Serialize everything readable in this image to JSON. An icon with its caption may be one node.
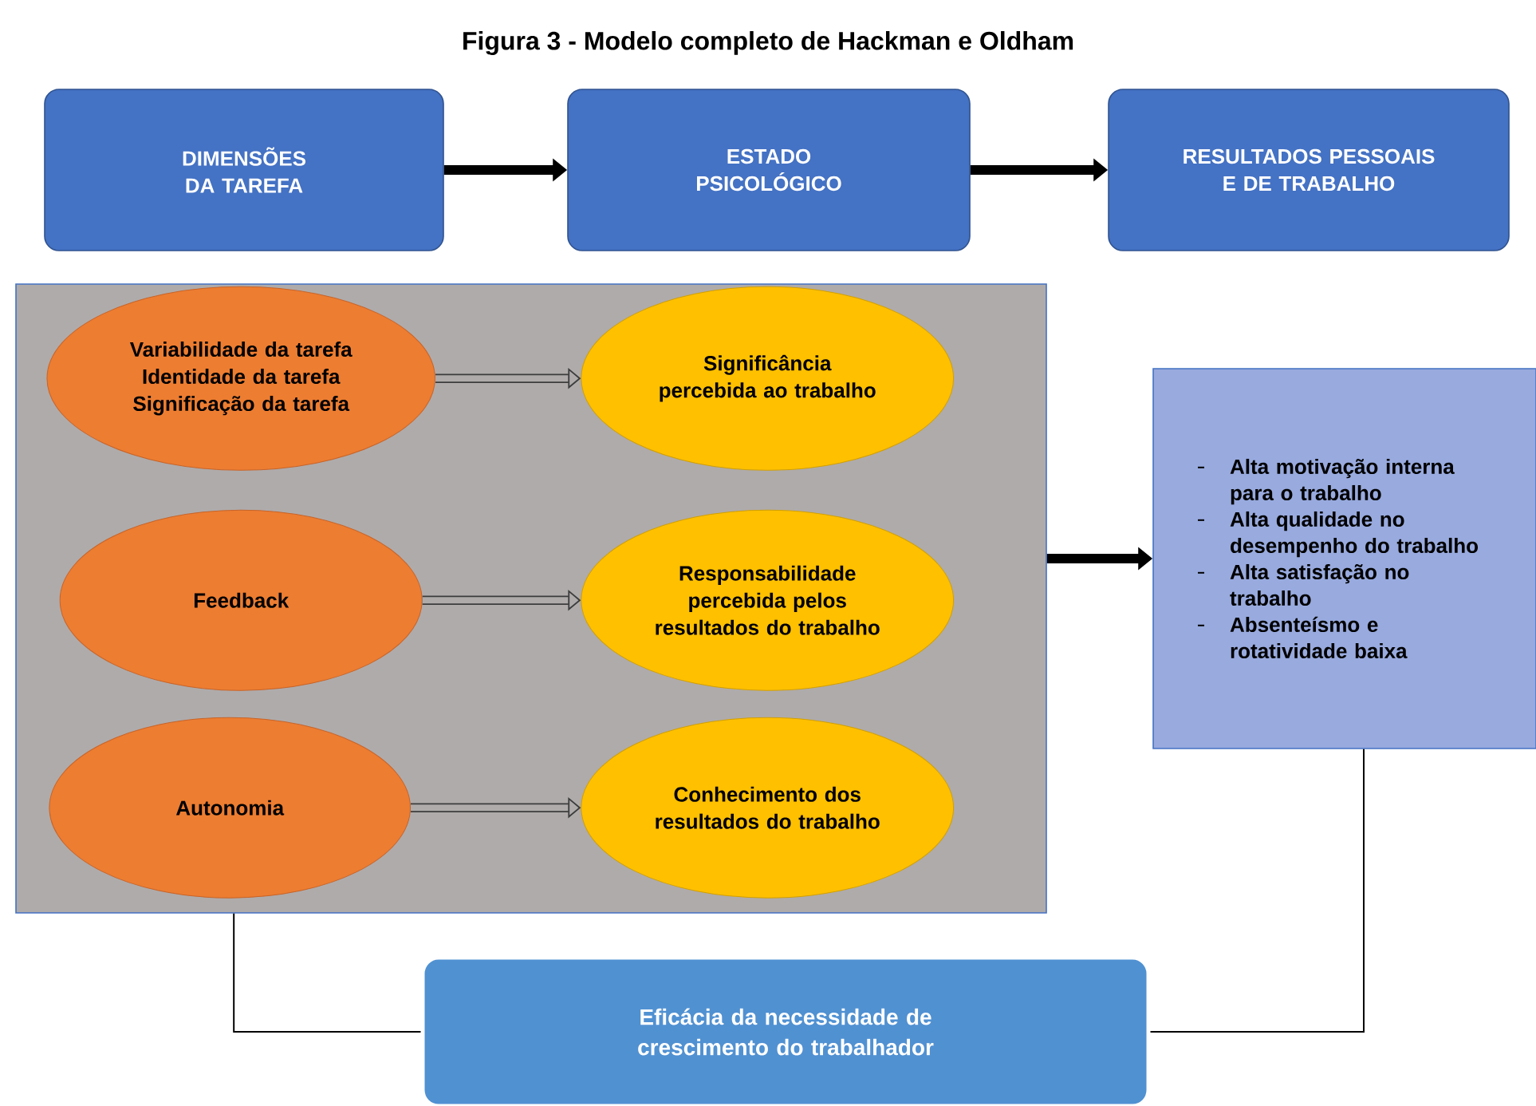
{
  "diagram": {
    "title": "Figura 3 - Modelo completo de Hackman e Oldham",
    "nodes": [
      {
        "text": [
          "DIMENSÕES DA TAREFA"
        ]
      },
      {
        "text": [
          "ESTADO PSICOLÓGICO"
        ]
      },
      {
        "text": [
          "RESULTADOS PESSOAIS E DE TRABALHO"
        ]
      },
      {
        "text": [],
        "shape": "box"
      },
      {
        "text": [
          "Variabilidade da tarefa",
          "Identidade da tarefa",
          "Significação da tarefa"
        ],
        "in": 3
      },
      {
        "text": [
          "Significância percebida ao trabalho"
        ],
        "in": 3
      },
      {
        "text": [
          "Feedback"
        ],
        "in": 3
      },
      {
        "text": [
          "Responsabilidade percebida pelos resultados do trabalho"
        ],
        "in": 3
      },
      {
        "text": [
          "Autonomia"
        ],
        "in": 3
      },
      {
        "text": [
          "Conhecimento dos resultados do trabalho"
        ],
        "in": 3
      },
      {
        "text": [
          "Alta motivação interna para o trabalho",
          "Alta qualidade no desempenho do trabalho",
          "Alta satisfação no trabalho",
          "Absenteísmo e rotatividade baixa"
        ]
      },
      {
        "text": [
          "Eficácia da necessidade de crescimento do trabalhador"
        ]
      }
    ],
    "edges": [
      {
        "from": 0,
        "to": 1,
        "arrow": "to"
      },
      {
        "from": 1,
        "to": 2,
        "arrow": "to"
      },
      {
        "from": 4,
        "to": 5,
        "arrow": "to"
      },
      {
        "from": 6,
        "to": 7,
        "arrow": "to"
      },
      {
        "from": 8,
        "to": 9,
        "arrow": "to"
      },
      {
        "from": 3,
        "to": 10,
        "arrow": "to"
      },
      {
        "from": 3,
        "to": 11,
        "arrow": "none"
      },
      {
        "from": 10,
        "to": 11,
        "arrow": "none"
      }
    ]
  }
}
